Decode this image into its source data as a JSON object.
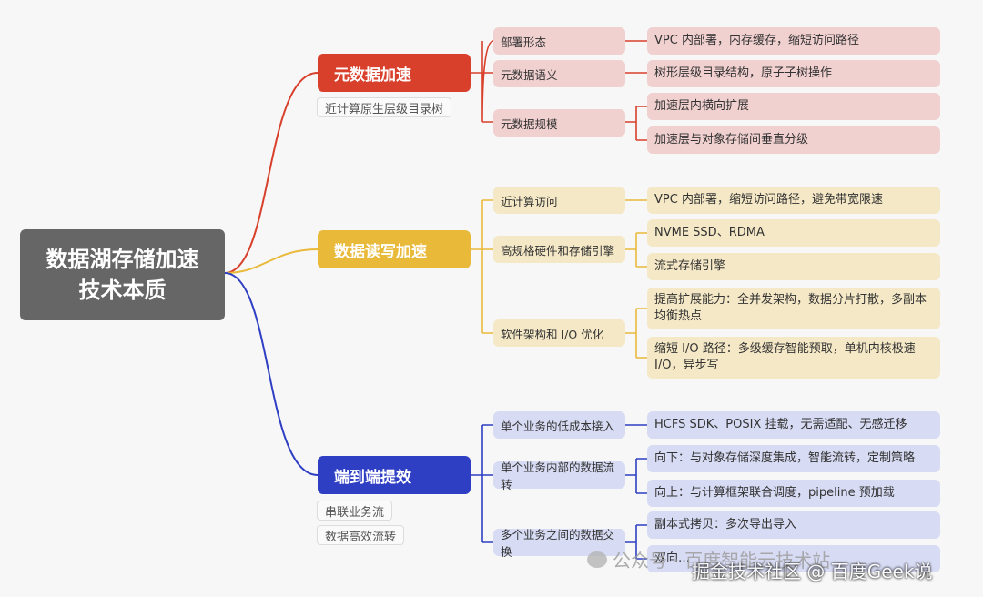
{
  "root": {
    "title_line1": "数据湖存储加速",
    "title_line2": "技术本质"
  },
  "branches": [
    {
      "title": "元数据加速",
      "color": "#d8402b",
      "tags": [
        "近计算原生层级目录树"
      ],
      "children": [
        {
          "label": "部署形态",
          "leaves": [
            "VPC 内部署，内存缓存，缩短访问路径"
          ]
        },
        {
          "label": "元数据语义",
          "leaves": [
            "树形层级目录结构，原子子树操作"
          ]
        },
        {
          "label": "元数据规模",
          "leaves": [
            "加速层内横向扩展",
            "加速层与对象存储间垂直分级"
          ]
        }
      ]
    },
    {
      "title": "数据读写加速",
      "color": "#e9b93a",
      "tags": [],
      "children": [
        {
          "label": "近计算访问",
          "leaves": [
            "VPC 内部署，缩短访问路径，避免带宽限速"
          ]
        },
        {
          "label": "高规格硬件和存储引擎",
          "leaves": [
            "NVME SSD、RDMA",
            "流式存储引擎"
          ]
        },
        {
          "label": "软件架构和 I/O 优化",
          "leaves": [
            "提高扩展能力：全并发架构，数据分片打散，多副本均衡热点",
            "缩短 I/O 路径：多级缓存智能预取，单机内核极速 I/O，异步写"
          ]
        }
      ]
    },
    {
      "title": "端到端提效",
      "color": "#2f3fc4",
      "tags": [
        "串联业务流",
        "数据高效流转"
      ],
      "children": [
        {
          "label": "单个业务的低成本接入",
          "leaves": [
            "HCFS SDK、POSIX 挂载，无需适配、无感迁移"
          ]
        },
        {
          "label": "单个业务内部的数据流转",
          "leaves": [
            "向下：与对象存储深度集成，智能流转，定制策略",
            "向上：与计算框架联合调度，pipeline 预加载"
          ]
        },
        {
          "label": "多个业务之间的数据交换",
          "leaves": [
            "副本式拷贝：多次导出导入",
            "双向…"
          ]
        }
      ]
    }
  ],
  "watermark": {
    "text1": "公众号 · 百度智能云技术站",
    "text2": "掘金技术社区 @ 百度Geek说"
  }
}
